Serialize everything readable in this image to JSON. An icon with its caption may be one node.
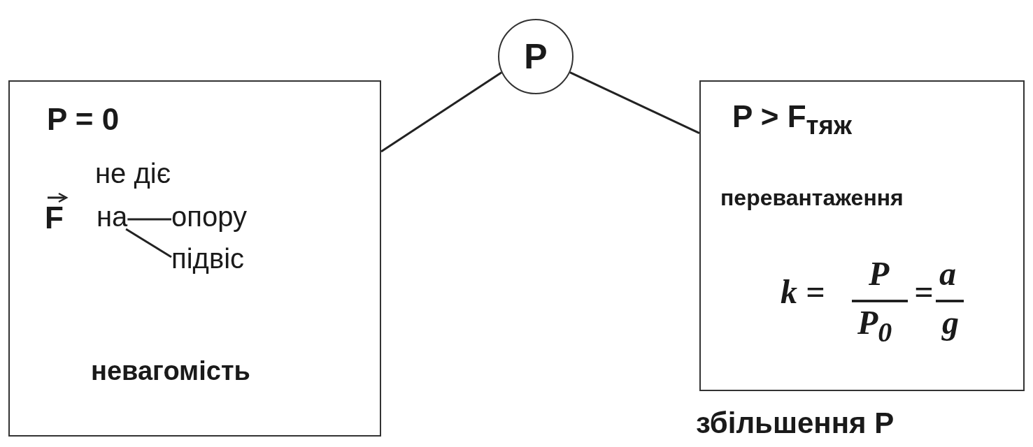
{
  "diagram": {
    "nodes": [
      {
        "text": [
          "P"
        ]
      },
      {
        "text": [
          "P = 0",
          "невагомість"
        ]
      },
      {
        "text": [
          "P > F$_{тяж}$",
          "перевантаження"
        ],
        "beside": [
          "збільшення P"
        ]
      },
      {
        "text": [
          "на"
        ],
        "in": 1
      },
      {
        "text": [
          "опору"
        ],
        "in": 1
      },
      {
        "text": [
          "підвіс"
        ],
        "in": 1
      }
    ],
    "edges": [
      {
        "from": 0,
        "to": 1,
        "arrow": "none"
      },
      {
        "from": 0,
        "to": 2,
        "arrow": "none"
      },
      {
        "from": 3,
        "to": 4,
        "arrow": "none"
      },
      {
        "from": 3,
        "to": 5,
        "arrow": "none"
      }
    ],
    "labels": [
      "F",
      "не діє",
      "k =",
      "P",
      "P$_{0}$",
      "=",
      "a",
      "g"
    ]
  }
}
